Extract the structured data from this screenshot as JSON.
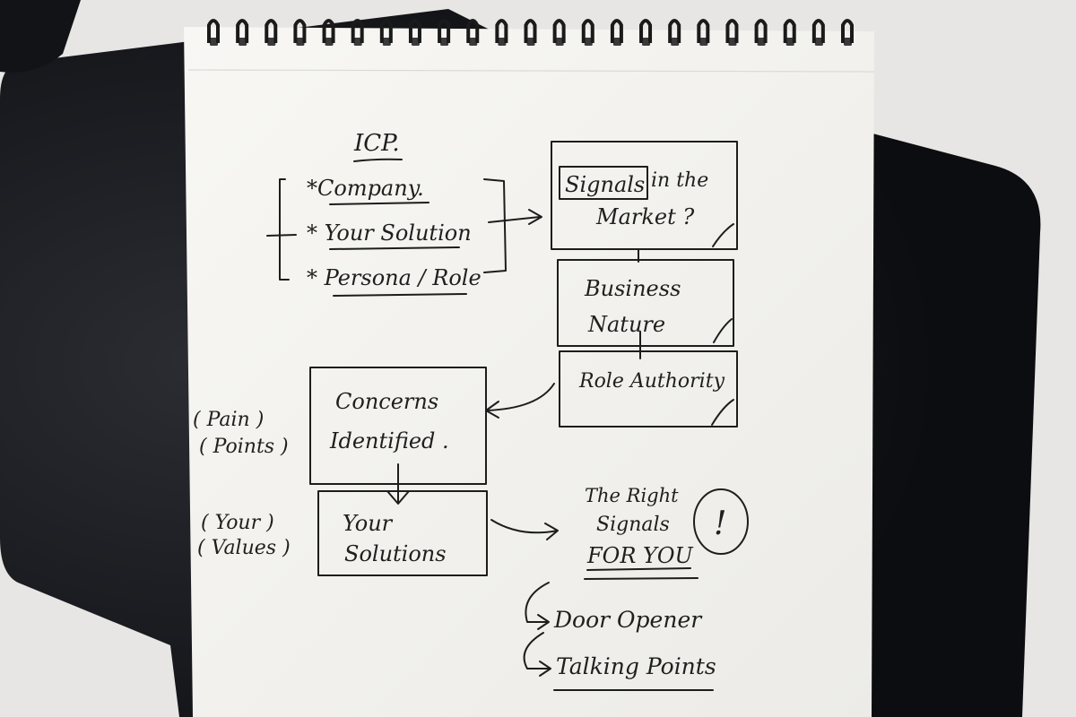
{
  "sketch": {
    "icp_title": "ICP.",
    "icp_items": [
      "*Company.",
      "* Your Solution",
      "* Persona / Role"
    ],
    "right_boxes": [
      {
        "highlight": "Signals",
        "line1_rest": " in the",
        "line2": "Market ?"
      },
      {
        "line1": "Business",
        "line2": "Nature"
      },
      {
        "line1": "Role Authority",
        "line2": ""
      }
    ],
    "concerns_box": {
      "line1": "Concerns",
      "line2": "Identified ."
    },
    "solutions_box": {
      "line1": "Your",
      "line2": "Solutions"
    },
    "pain_points": {
      "line1": "( Pain )",
      "line2": "( Points )"
    },
    "your_values": {
      "line1": "( Your )",
      "line2": "( Values )"
    },
    "right_signals": {
      "line1": "The Right",
      "line2": "Signals",
      "line3": "FOR YOU",
      "mark": "!"
    },
    "outcomes": [
      "Door Opener",
      "Talking Points"
    ]
  },
  "colors": {
    "background": "#e7e6e4",
    "tablet": "#0e0f12",
    "paper": "#f6f5f2",
    "ink": "#1d1d1d",
    "spiral": "#1a1a1a"
  }
}
